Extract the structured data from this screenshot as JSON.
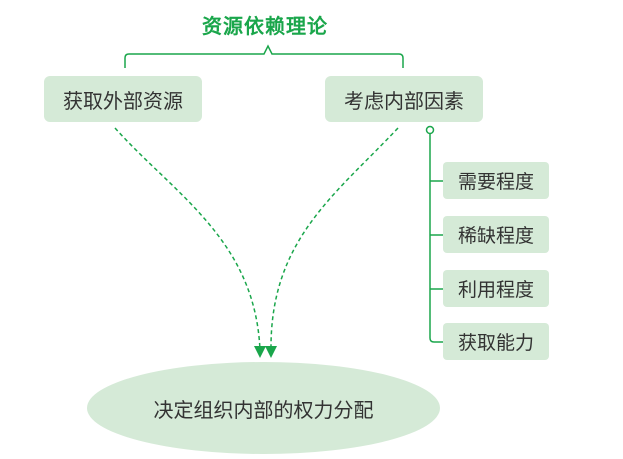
{
  "title": "资源依赖理论",
  "left_box": "获取外部资源",
  "right_box": "考虑内部因素",
  "factors": [
    "需要程度",
    "稀缺程度",
    "利用程度",
    "获取能力"
  ],
  "result": "决定组织内部的权力分配",
  "colors": {
    "accent": "#1aa64b",
    "box_fill": "#d5ead7",
    "text": "#333333"
  }
}
